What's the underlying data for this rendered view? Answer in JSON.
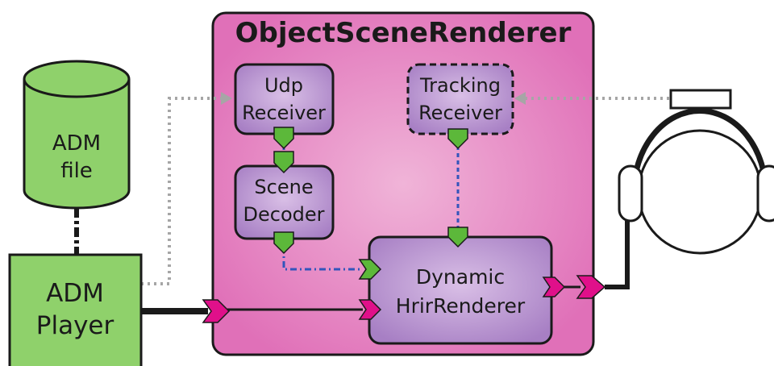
{
  "colors": {
    "green": "#8fd16b",
    "purple": "#b68fcf",
    "pink": "#e060b0",
    "magenta_port": "#e0108a",
    "blue_link": "#3355bb",
    "gray_link": "#a6a6a6"
  },
  "renderer": {
    "title": "ObjectSceneRenderer"
  },
  "adm_file": {
    "line1": "ADM",
    "line2": "file"
  },
  "adm_player": {
    "line1": "ADM",
    "line2": "Player"
  },
  "udp_receiver": {
    "line1": "Udp",
    "line2": "Receiver"
  },
  "tracking_receiver": {
    "line1": "Tracking",
    "line2": "Receiver"
  },
  "scene_decoder": {
    "line1": "Scene",
    "line2": "Decoder"
  },
  "hrir_renderer": {
    "line1": "Dynamic",
    "line2": "HrirRenderer"
  },
  "headphones": {
    "icon": "headphones-icon"
  }
}
